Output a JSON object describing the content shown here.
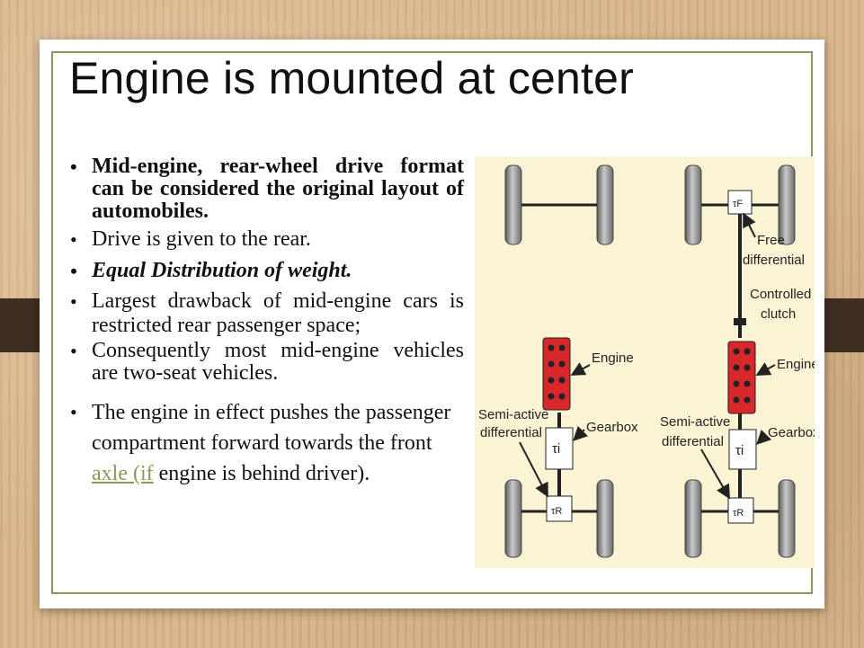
{
  "slide": {
    "title": "Engine is mounted at center",
    "bullets": [
      {
        "text": "Mid-engine, rear-wheel drive format can be considered the original layout of automobiles."
      },
      {
        "text": "Drive is given to the rear."
      },
      {
        "text": "Equal Distribution of weight."
      },
      {
        "text": "Largest drawback of mid-engine cars is restricted rear passenger space;"
      },
      {
        "text": "Consequently most mid-engine vehicles are two-seat vehicles."
      },
      {
        "text_before": "The engine in effect pushes the passenger compartment forward towards the front ",
        "link_text": "axle (if",
        "text_after": " engine is behind driver)."
      }
    ]
  },
  "diagram": {
    "labels": {
      "free_differential": [
        "Free",
        "differential"
      ],
      "controlled_clutch": [
        "Controlled",
        "clutch"
      ],
      "engine_left": "Engine",
      "engine_right": "Engine",
      "gearbox_left": "Gearbox",
      "gearbox_right": "Gearbox",
      "semi_active_left": [
        "Semi-active",
        "differential"
      ],
      "semi_active_right": [
        "Semi-active",
        "differential"
      ],
      "tau_f": "τF",
      "tau_i_left": "τi",
      "tau_i_right": "τi",
      "tau_r_left": "τR",
      "tau_r_right": "τR"
    },
    "colors": {
      "engine": "#d9282b",
      "wheel": "#8f8f8f",
      "background": "#fbf4d4",
      "accent": "#8a9a56"
    }
  }
}
